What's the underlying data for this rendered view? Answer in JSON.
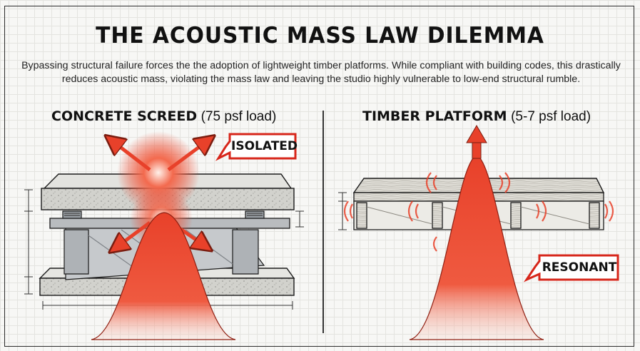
{
  "title": "THE ACOUSTIC MASS LAW DILEMMA",
  "subtitle": "Bypassing structural failure forces the the adoption of lightweight timber platforms. While compliant with building codes, this drastically reduces acoustic mass, violating the mass law and leaving the studio highly vulnerable to low-end structural rumble.",
  "left_panel": {
    "heading": "CONCRETE SCREED",
    "load": "(75 psf load)",
    "callout": "ISOLATED"
  },
  "right_panel": {
    "heading": "TIMBER PLATFORM",
    "load": "(5-7 psf load)",
    "callout": "RESONANT"
  },
  "colors": {
    "accent_red": "#e8412a",
    "concrete": "#cfcfca",
    "steel": "#b9bcbf",
    "timber": "#d9d7d0",
    "ink": "#1a1a1a"
  }
}
